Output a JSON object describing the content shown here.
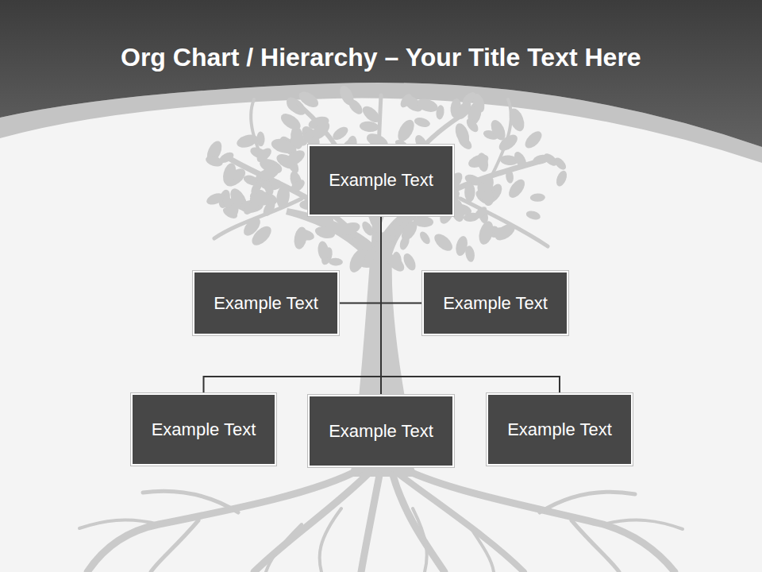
{
  "diagram": {
    "title": "Org Chart / Hierarchy – Your Title Text Here",
    "nodes": [
      {
        "text": [
          "Example Text"
        ]
      },
      {
        "text": [
          "Example Text"
        ]
      },
      {
        "text": [
          "Example Text"
        ]
      },
      {
        "text": [
          "Example Text"
        ]
      },
      {
        "text": [
          "Example Text"
        ]
      },
      {
        "text": [
          "Example Text"
        ]
      }
    ],
    "edges": [
      {
        "from": 0,
        "to": 1,
        "arrow": "none"
      },
      {
        "from": 0,
        "to": 2,
        "arrow": "none"
      },
      {
        "from": 0,
        "to": 3,
        "arrow": "none"
      },
      {
        "from": 0,
        "to": 4,
        "arrow": "none"
      },
      {
        "from": 0,
        "to": 5,
        "arrow": "none"
      }
    ]
  }
}
